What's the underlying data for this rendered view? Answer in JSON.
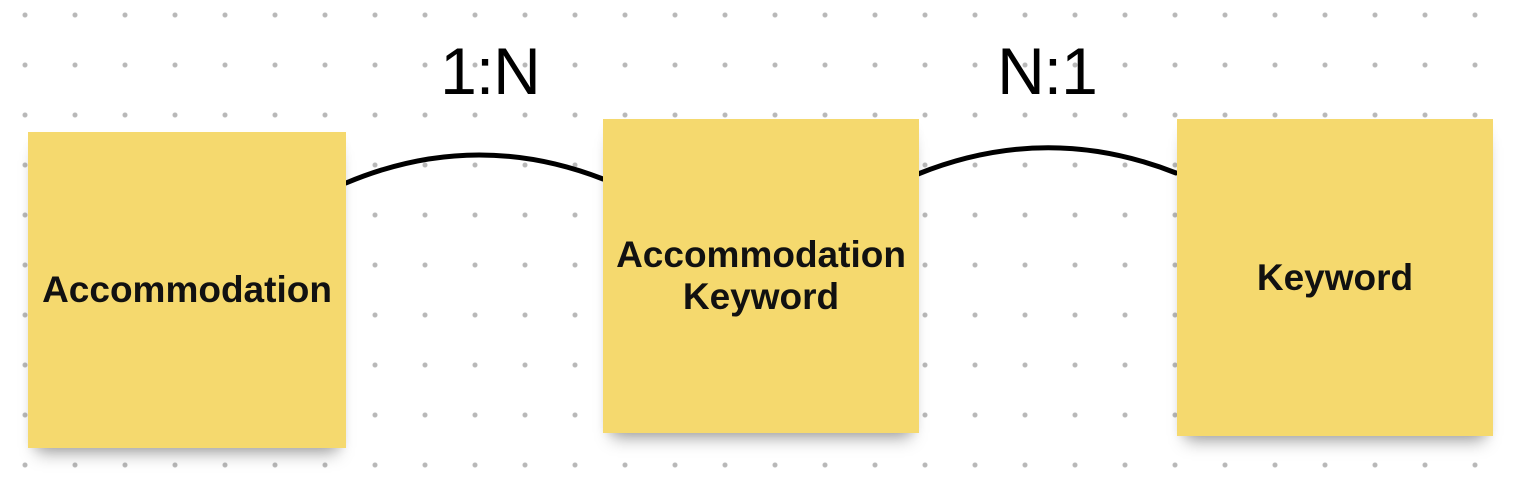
{
  "board": {
    "background_color": "#ffffff",
    "dot_color": "#b8b8b8",
    "connector_color": "#000000",
    "sticky_color": "#f5d96e",
    "text_color": "#111111"
  },
  "stickies": [
    {
      "label": "Accommodation"
    },
    {
      "label": "Accommodation Keyword"
    },
    {
      "label": "Keyword"
    }
  ],
  "connectors": [
    {
      "label": "1:N",
      "from": "Accommodation",
      "to": "Accommodation Keyword"
    },
    {
      "label": "N:1",
      "from": "Accommodation Keyword",
      "to": "Keyword"
    }
  ]
}
